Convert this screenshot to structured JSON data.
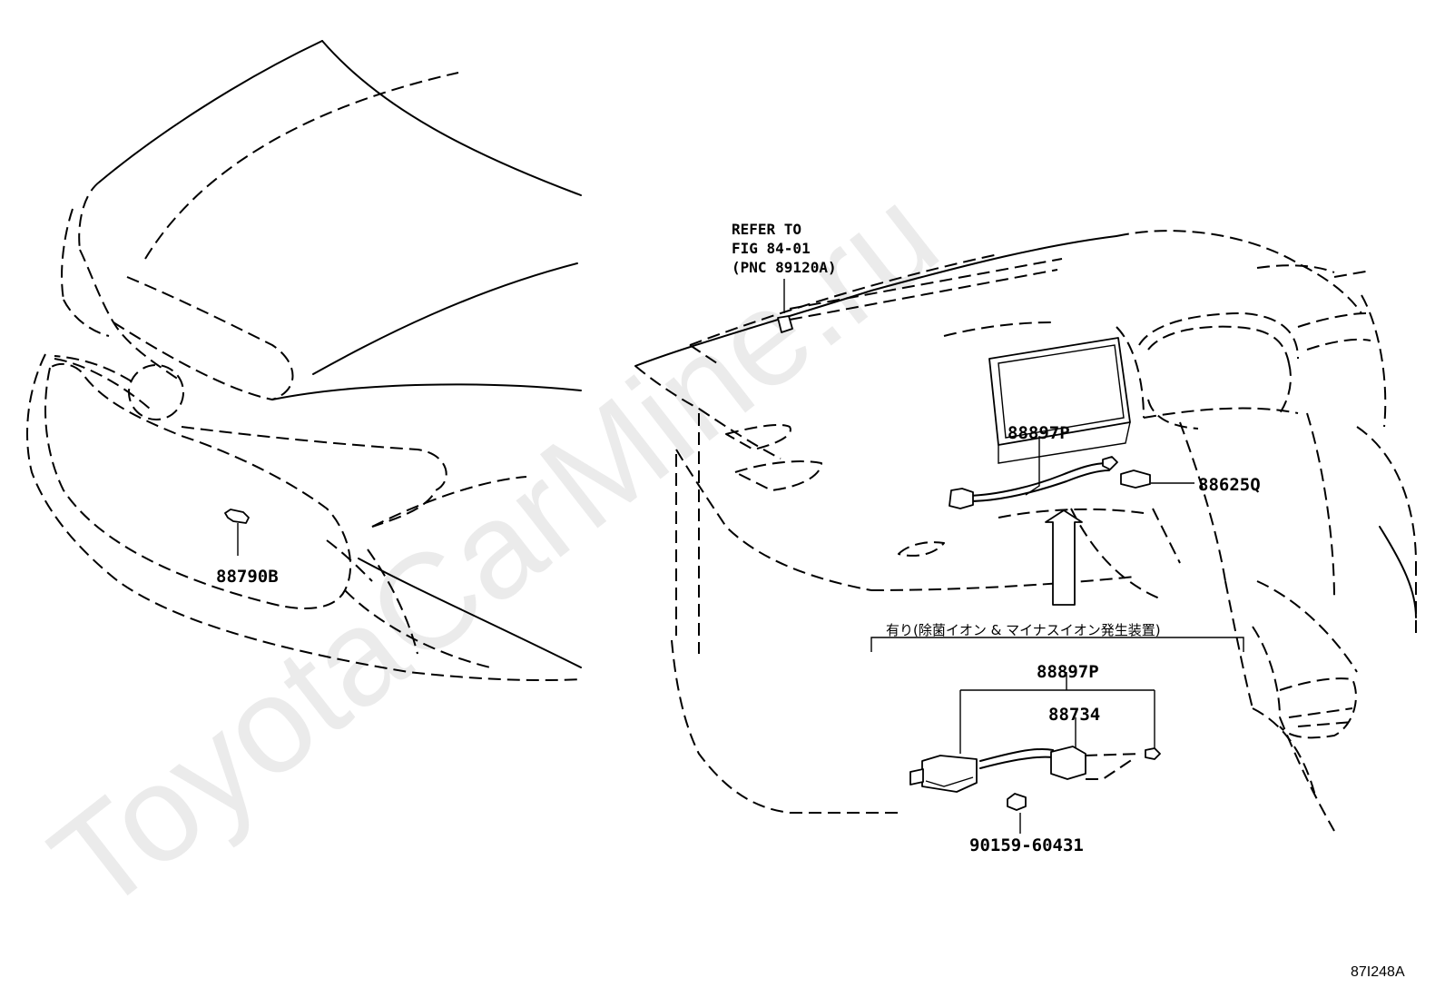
{
  "watermark": "ToyotaCarMine.ru",
  "labels": {
    "part_88790b": "88790B",
    "part_88897p_top": "88897P",
    "part_88625q": "88625Q",
    "refer_line1": "REFER TO",
    "refer_line2": "FIG 84-01",
    "refer_line3": "(PNC 89120A)",
    "variant_note": "有り(除菌イオン & マイナスイオン発生装置)",
    "part_88897p_detail": "88897P",
    "part_88734": "88734",
    "part_90159": "90159-60431",
    "figure_code": "87I248A"
  }
}
